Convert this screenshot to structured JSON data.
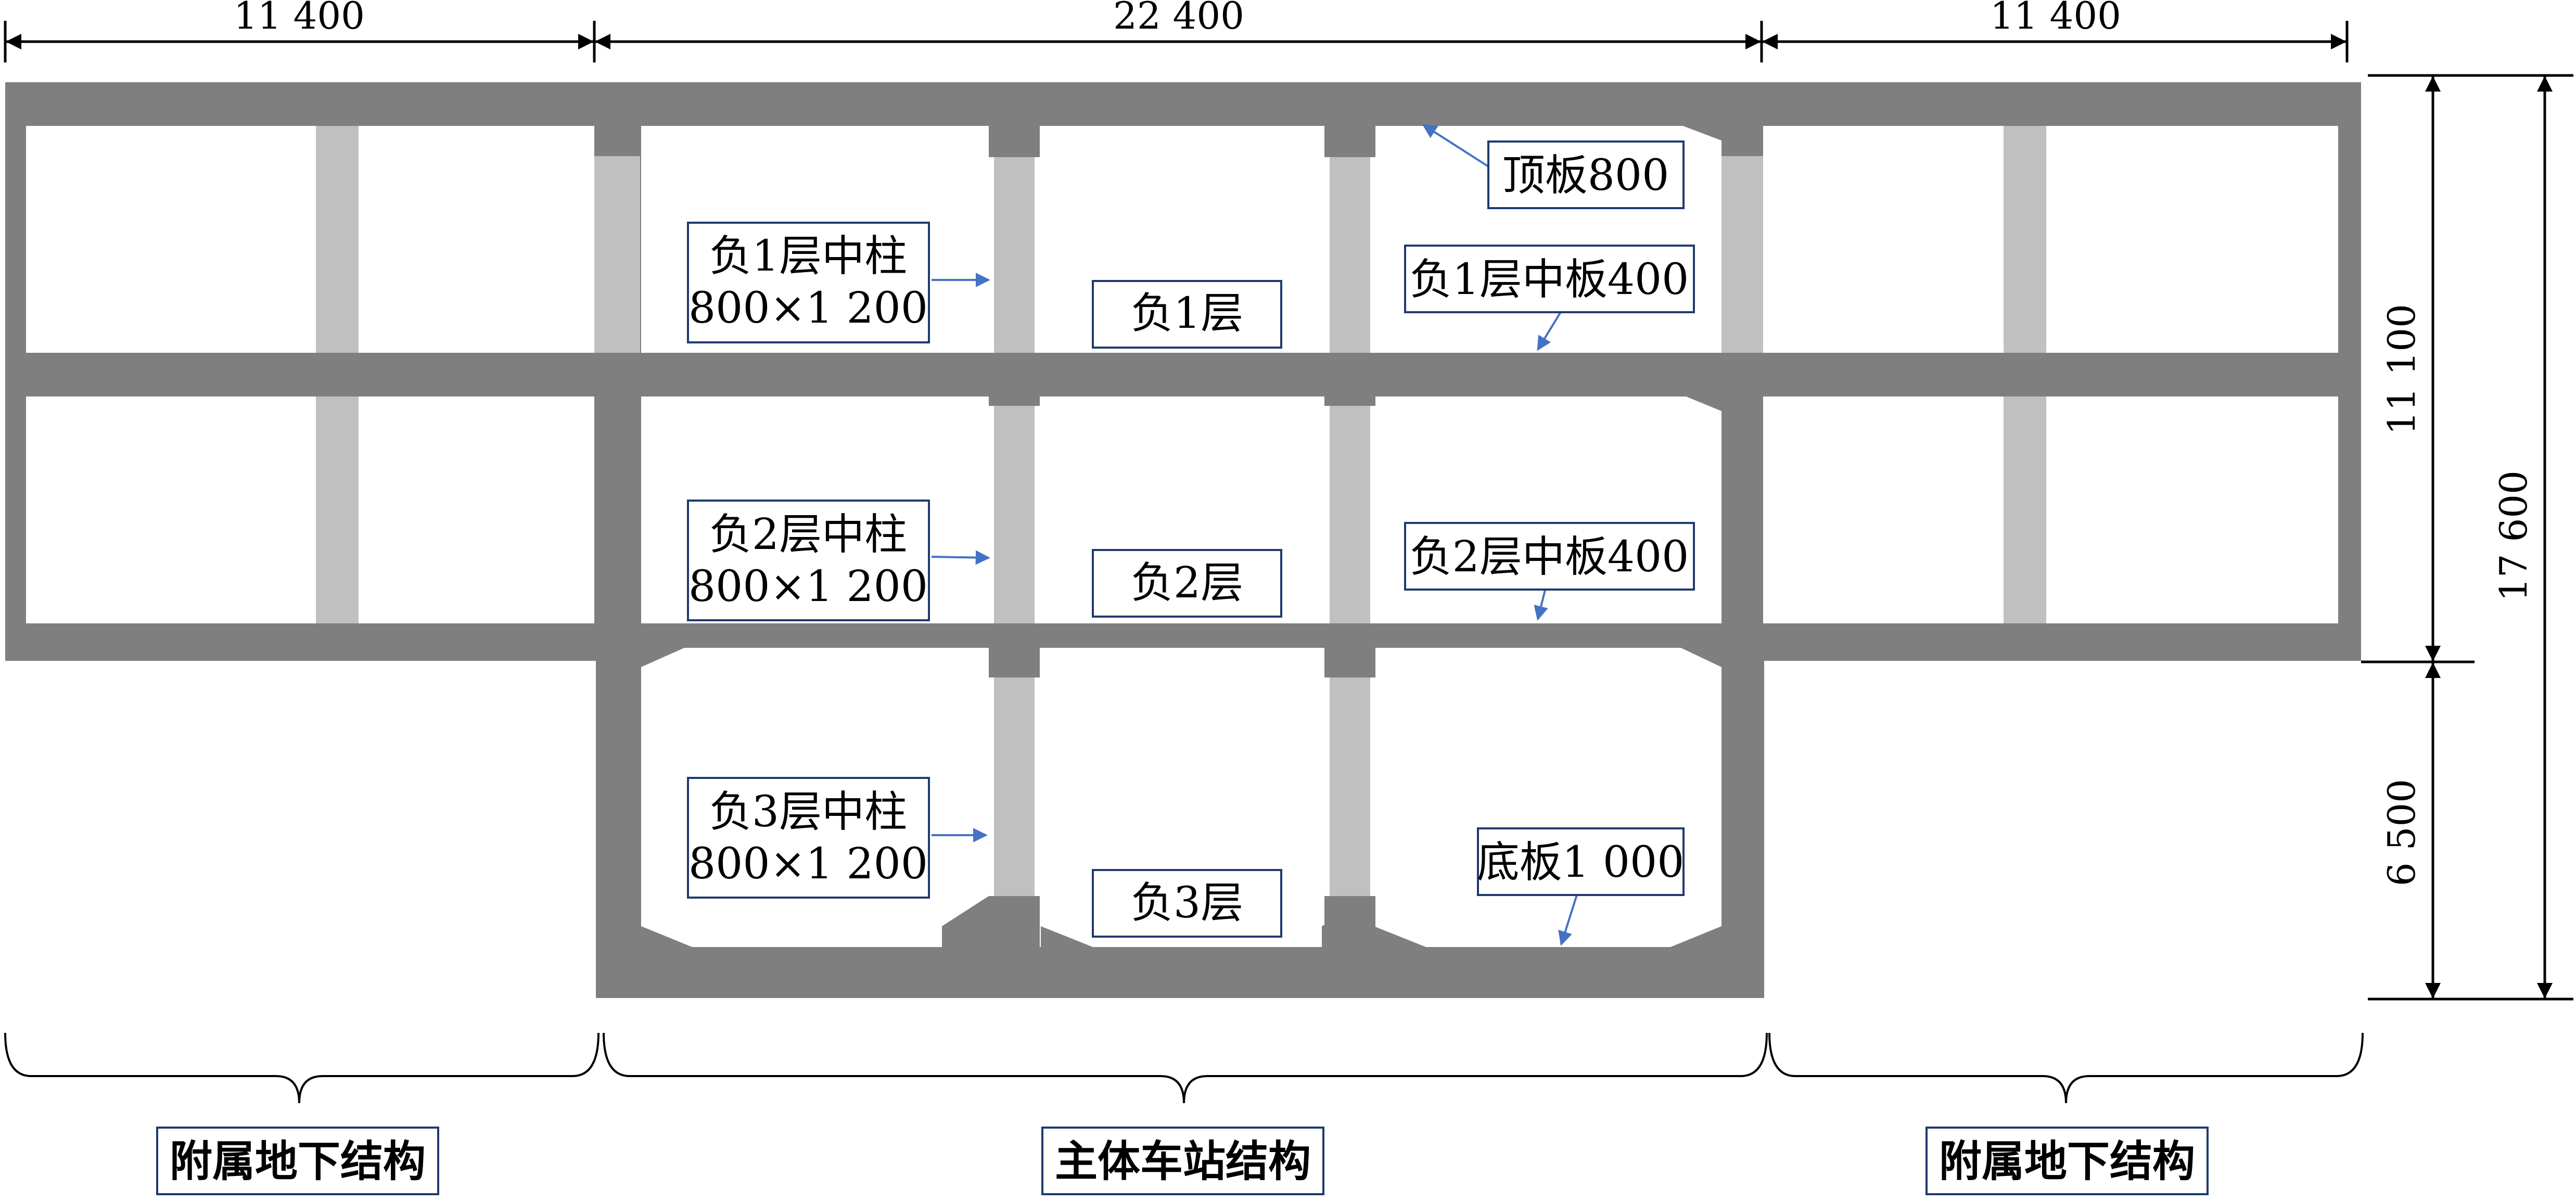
{
  "dimensions": {
    "top_left": "11 400",
    "top_middle": "22 400",
    "top_right": "11 400",
    "right_upper": "11 100",
    "right_lower": "6 500",
    "right_total": "17 600"
  },
  "floors": {
    "b1": "负1层",
    "b2": "负2层",
    "b3": "负3层"
  },
  "columns": {
    "b1": {
      "name": "负1层中柱",
      "size": "800×1 200"
    },
    "b2": {
      "name": "负2层中柱",
      "size": "800×1 200"
    },
    "b3": {
      "name": "负3层中柱",
      "size": "800×1 200"
    }
  },
  "slabs": {
    "roof": "顶板800",
    "b1_mid": "负1层中板400",
    "b2_mid": "负2层中板400",
    "base": "底板1 000"
  },
  "parts": {
    "left": "附属地下结构",
    "middle": "主体车站结构",
    "right": "附属地下结构"
  },
  "colors": {
    "slab": "#7f7f7f",
    "column": "#c0c0c0",
    "leader": "#4472c4",
    "box_border": "#1f3a6e"
  }
}
